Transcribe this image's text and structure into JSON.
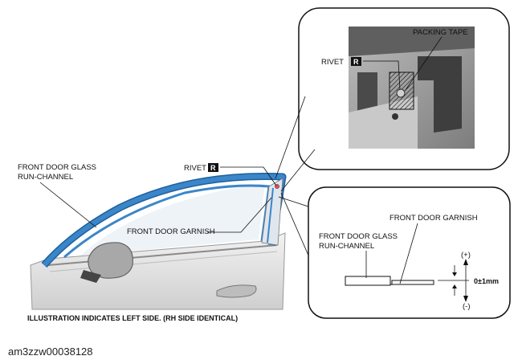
{
  "labels": {
    "run_channel_l1": "FRONT DOOR GLASS",
    "run_channel_l2": "RUN-CHANNEL",
    "rivet": "RIVET",
    "rivet_badge": "R",
    "garnish": "FRONT DOOR GARNISH",
    "packing_tape": "PACKING TAPE",
    "inset_rivet": "RIVET",
    "inset_rivet_badge": "R",
    "sec_garnish": "FRONT DOOR GARNISH",
    "sec_run_l1": "FRONT DOOR GLASS",
    "sec_run_l2": "RUN-CHANNEL",
    "plus": "(+)",
    "minus": "(-)",
    "tolerance": "0±1mm",
    "caption": "ILLUSTRATION INDICATES LEFT SIDE. (RH SIDE IDENTICAL)"
  },
  "figure_id": "am3zzw00038128",
  "colors": {
    "channel_blue": "#3a86c8",
    "channel_dark": "#1f5f9e",
    "body_grey": "#d9d9d9",
    "photo_grey": "#9a9a9a",
    "frame": "#111111"
  }
}
